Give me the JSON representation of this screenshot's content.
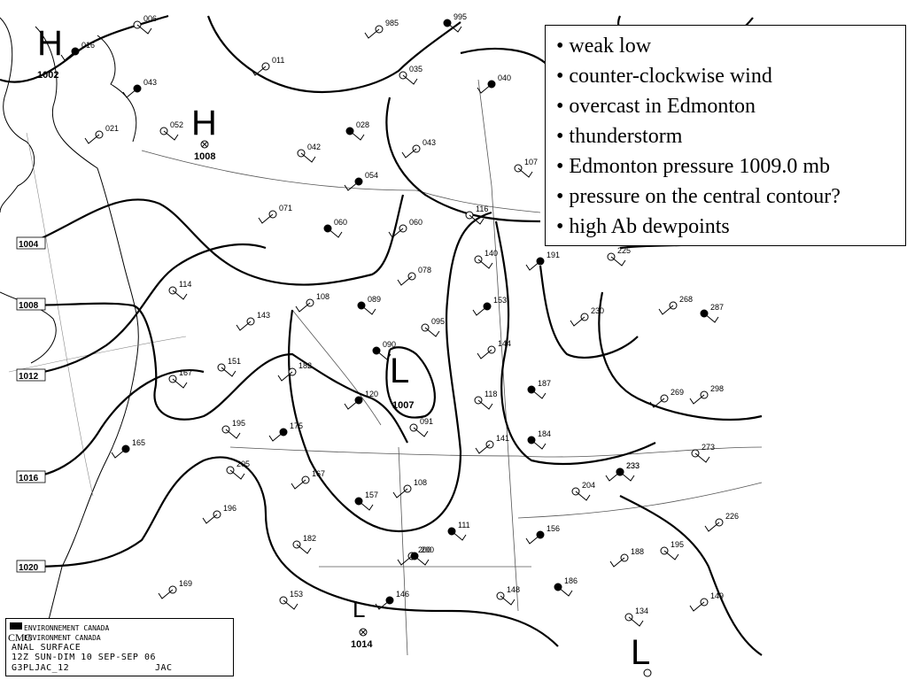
{
  "notes": {
    "items": [
      "weak low",
      "counter-clockwise wind",
      "overcast in Edmonton",
      "thunderstorm",
      "Edmonton pressure 1009.0 mb",
      "pressure on the central contour?",
      "high Ab dewpoints"
    ]
  },
  "map": {
    "isobar_labels": [
      "1004",
      "1008",
      "1012",
      "1016",
      "1020"
    ],
    "pressure_centers": [
      {
        "letter": "H",
        "value": "1002"
      },
      {
        "letter": "H",
        "value": "1008"
      },
      {
        "letter": "L",
        "value": "1007"
      },
      {
        "letter": "L",
        "value": "1014"
      },
      {
        "letter": "L",
        "value": ""
      }
    ],
    "station_values": [
      "016",
      "006",
      "985",
      "995",
      "011",
      "035",
      "040",
      "052",
      "021",
      "028",
      "043",
      "042",
      "054",
      "107",
      "071",
      "060",
      "060",
      "116",
      "043",
      "114",
      "108",
      "089",
      "078",
      "140",
      "191",
      "225",
      "268",
      "287",
      "143",
      "095",
      "153",
      "151",
      "182",
      "090",
      "230",
      "167",
      "120",
      "118",
      "144",
      "187",
      "298",
      "195",
      "175",
      "091",
      "141",
      "184",
      "269",
      "233",
      "165",
      "205",
      "167",
      "157",
      "108",
      "204",
      "233",
      "273",
      "196",
      "111",
      "200",
      "182",
      "156",
      "195",
      "226",
      "200",
      "169",
      "153",
      "146",
      "148",
      "188",
      "186",
      "149",
      "134"
    ],
    "footer": {
      "agency_en": "ENVIRONNEMENT CANADA",
      "agency_fr": "ENVIRONMENT CANADA",
      "logo": "CMC",
      "line1": "ANAL SURFACE",
      "line2": "12Z SUN-DIM 10 SEP-SEP 06",
      "line3_left": "G3PLJAC_12",
      "line3_right": "JAC"
    }
  }
}
